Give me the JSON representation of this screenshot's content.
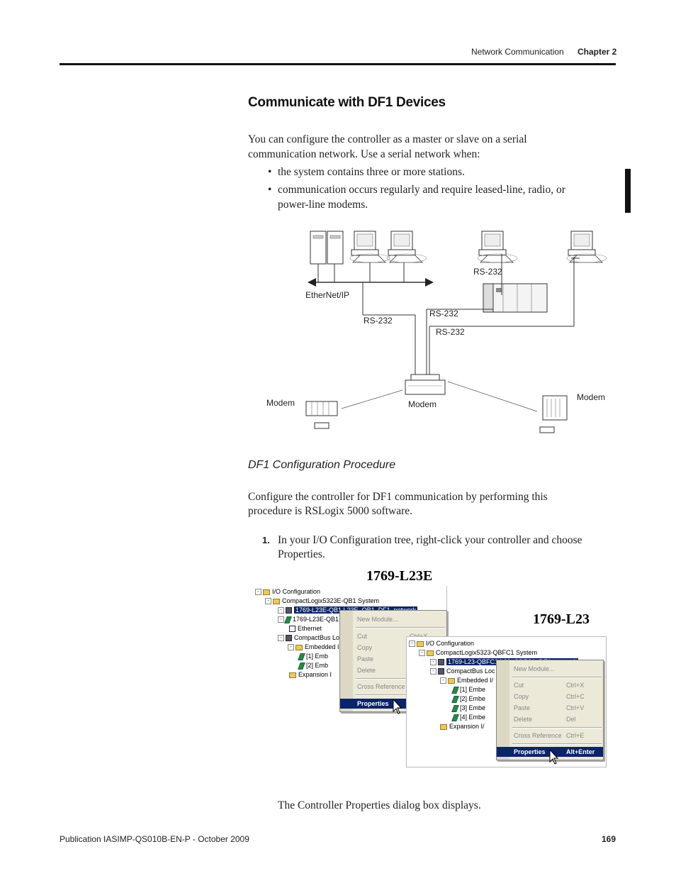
{
  "header": {
    "section": "Network Communication",
    "chapter": "Chapter 2"
  },
  "heading": "Communicate with DF1 Devices",
  "intro": {
    "line1": "You can configure the controller as a master or slave on a serial",
    "line2": "communication network. Use a serial network when:"
  },
  "bullets": {
    "b1": "the system contains three or more stations.",
    "b2_line1": "communication occurs regularly and require leased-line, radio, or",
    "b2_line2": "power-line modems."
  },
  "diagram": {
    "ethernet_label": "EtherNet/IP",
    "rs232_top": "RS-232",
    "rs232_left": "RS-232",
    "rs232_mid": "RS-232",
    "rs232_lower": "RS-232",
    "modem_left": "Modem",
    "modem_center": "Modem",
    "modem_right": "Modem"
  },
  "subheading": "DF1 Configuration Procedure",
  "configure": {
    "line1": "Configure the controller for DF1 communication by performing this",
    "line2": "procedure is RSLogix 5000 software."
  },
  "step1": {
    "number": "1.",
    "line1": "In your I/O Configuration tree, right-click your controller and choose",
    "line2": "Properties."
  },
  "screens": {
    "left_title": "1769-L23E",
    "right_title": "1769-L23",
    "left_tree": [
      "I/O Configuration",
      "CompactLogix5323E-QB1 System",
      "1769-L23E-QB1 L23E_QB1_DF1_network",
      "1769-L23E-QB1",
      "Ethernet",
      "CompactBus Loc",
      "Embedded I",
      "[1] Emb",
      "[2] Emb",
      "Expansion I"
    ],
    "left_menu": {
      "new_module": "New Module...",
      "cut": "Cut",
      "cut_key": "Ctrl+X",
      "copy": "Copy",
      "paste": "Paste",
      "delete": "Delete",
      "cross_reference": "Cross Reference",
      "properties": "Properties"
    },
    "right_tree": [
      "I/O Configuration",
      "CompactLogix5323-QBFC1 System",
      "1769-L23-QBFC1 L23_QBFC1_DF1_network",
      "CompactBus Loc",
      "Embedded I/",
      "[1] Embe",
      "[2] Embe",
      "[3] Embe",
      "[4] Embe",
      "Expansion I/"
    ],
    "right_menu": {
      "new_module": "New Module...",
      "cut": "Cut",
      "cut_key": "Ctrl+X",
      "copy": "Copy",
      "copy_key": "Ctrl+C",
      "paste": "Paste",
      "paste_key": "Ctrl+V",
      "delete": "Delete",
      "delete_key": "Del",
      "cross_reference": "Cross Reference",
      "cross_reference_key": "Ctrl+E",
      "properties": "Properties",
      "properties_key": "Alt+Enter"
    }
  },
  "after": "The Controller Properties dialog box displays.",
  "footer": {
    "publication": "Publication IASIMP-QS010B-EN-P - October 2009",
    "page": "169"
  }
}
